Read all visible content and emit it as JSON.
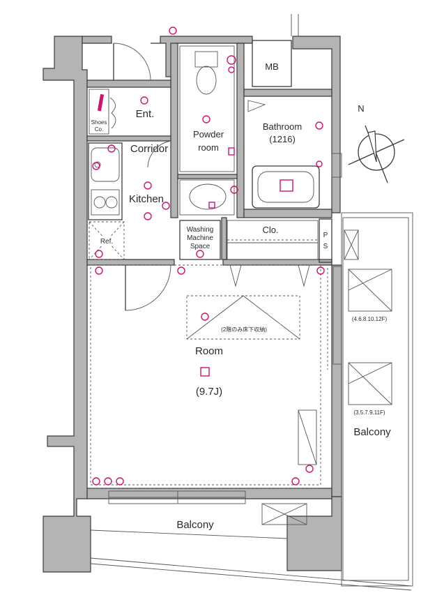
{
  "rooms": {
    "mb": "MB",
    "entrance": "Ent.",
    "shoes": [
      "Shoes",
      "Co."
    ],
    "corridor": "Corridor",
    "powder": [
      "Powder",
      "room"
    ],
    "bathroom": "Bathroom",
    "bathroom_size": "(1216)",
    "kitchen": "Kitchen",
    "washing": [
      "Washing",
      "Machine",
      "Space"
    ],
    "closet": "Clo.",
    "ps": [
      "P",
      "S"
    ],
    "ref": "Ref.",
    "storage_note": "(2階のみ床下収納)",
    "room": "Room",
    "room_size": "(9.7J)",
    "balcony_side": "Balcony",
    "balcony_bottom": "Balcony",
    "window_floors_upper": "(4.6.8.10.12F)",
    "window_floors_lower": "(3.5.7.9.11F)"
  },
  "compass_label": "N",
  "colors": {
    "wall": "#b4b4b4",
    "line": "#3a3a3a",
    "outlet": "#d0116e"
  }
}
